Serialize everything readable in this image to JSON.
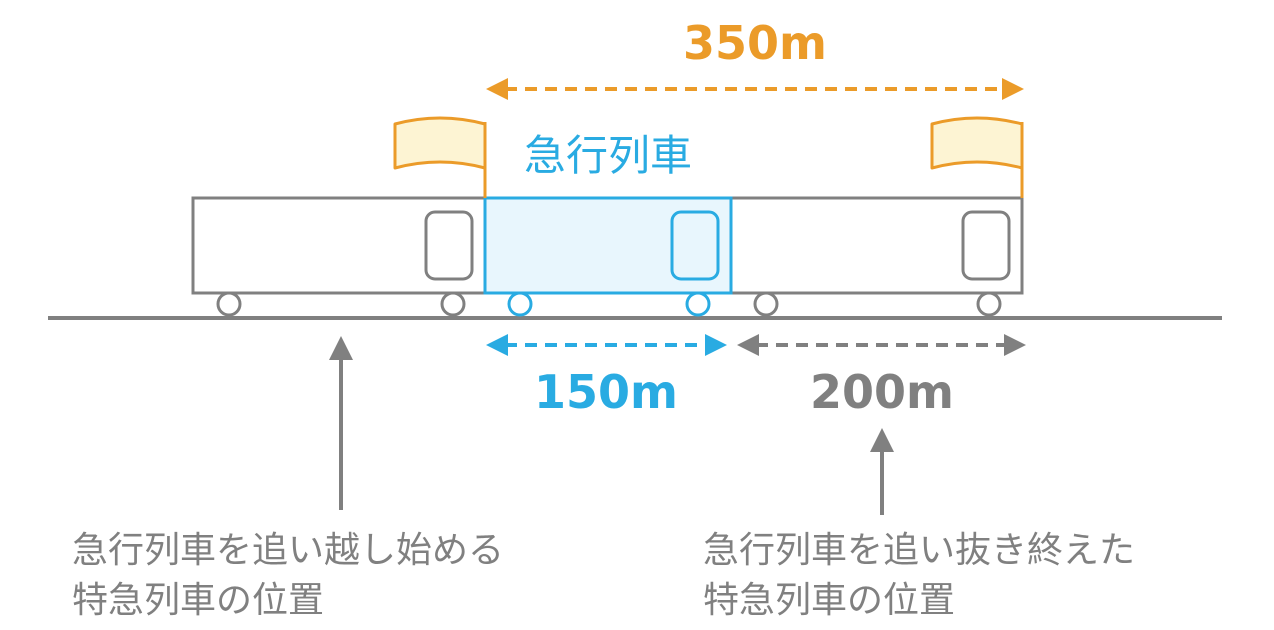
{
  "colors": {
    "gray": "#808080",
    "blue": "#29abe2",
    "blue_fill": "#e8f6fd",
    "orange": "#eb9b29",
    "flag_fill": "#fdf4d3",
    "ground": "#808080"
  },
  "labels": {
    "total_distance": "350m",
    "express_train": "急行列車",
    "express_length": "150m",
    "limited_length": "200m",
    "caption_start_line1": "急行列車を追い越し始める",
    "caption_start_line2": "特急列車の位置",
    "caption_end_line1": "急行列車を追い抜き終えた",
    "caption_end_line2": "特急列車の位置"
  }
}
